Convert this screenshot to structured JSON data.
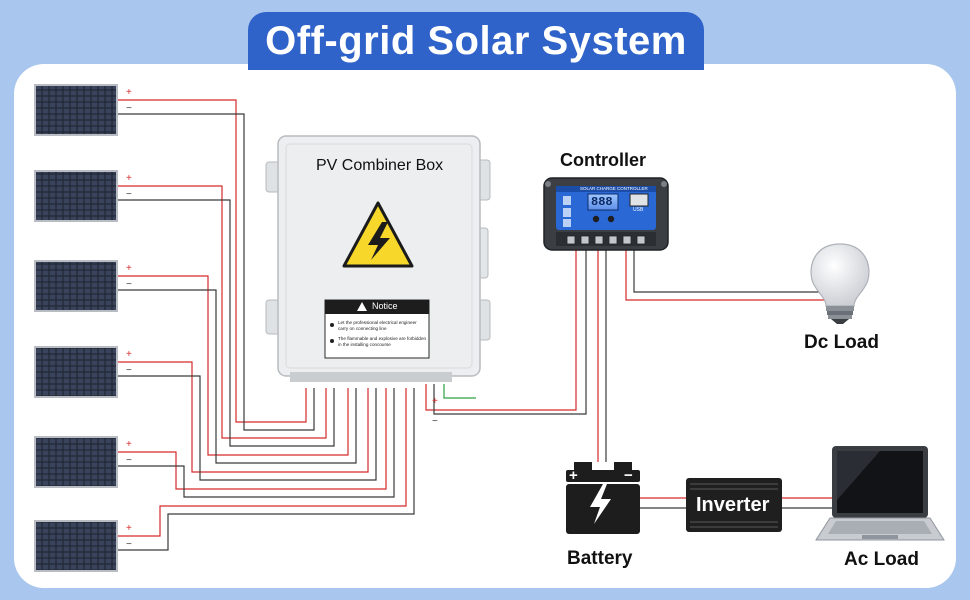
{
  "title": "Off-grid Solar System",
  "combiner": {
    "label": "PV Combiner Box",
    "notice_title": "Notice",
    "notice_lines": [
      "Let the professional electrical engineer",
      "carry on connecting line",
      "The flammable and explosive are forbidden",
      "in the installing concourse"
    ]
  },
  "controller": {
    "label": "Controller",
    "panel_header": "SOLAR CHARGE CONTROLLER",
    "display_text": "888",
    "usb_label": "USB"
  },
  "dc_load": {
    "label": "Dc Load"
  },
  "battery": {
    "label": "Battery",
    "plus": "+",
    "minus": "−"
  },
  "inverter": {
    "label": "Inverter"
  },
  "ac_load": {
    "label": "Ac Load"
  },
  "panels": {
    "count": 6,
    "plus_symbol": "+",
    "minus_symbol": "−"
  },
  "colors": {
    "accent": "#2f63c9",
    "background": "#a9c6ee",
    "positive_wire": "#d62b2b",
    "negative_wire": "#3a3a3a",
    "ground_wire": "#2ea043"
  }
}
